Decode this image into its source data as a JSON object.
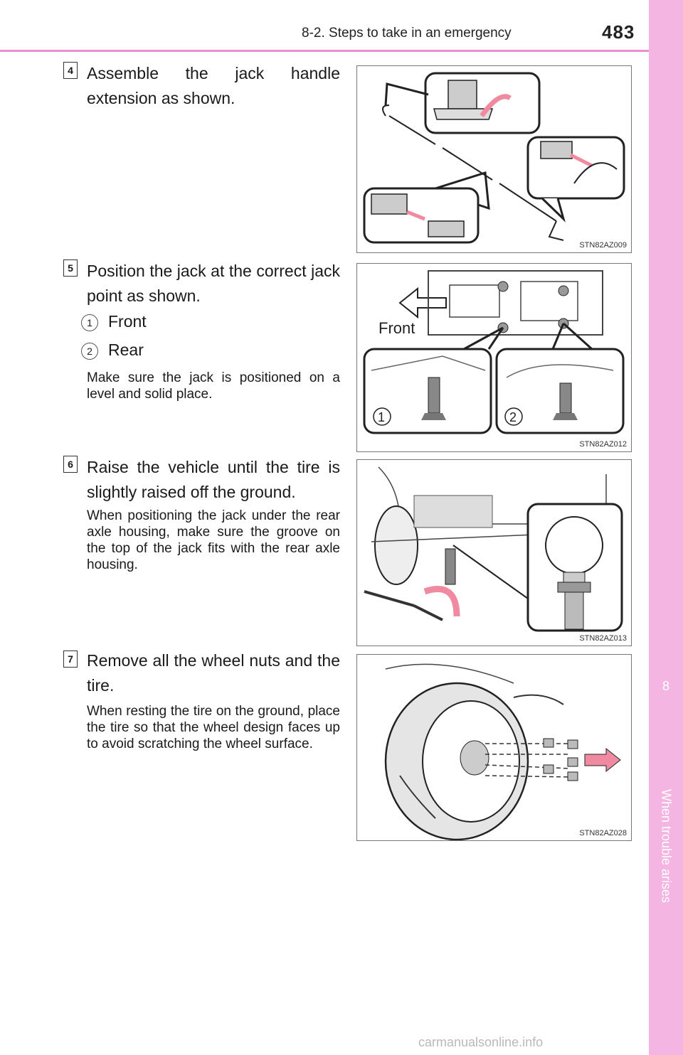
{
  "header": {
    "section_title": "8-2. Steps to take in an emergency",
    "page_number": "483"
  },
  "sidebar": {
    "chapter_number": "8",
    "chapter_title": "When trouble arises"
  },
  "steps": [
    {
      "number": "4",
      "text": "Assemble the jack handle extension as shown.",
      "figure_code": "STN82AZ009"
    },
    {
      "number": "5",
      "text": "Position the jack at the correct jack point as shown.",
      "items": [
        {
          "num": "1",
          "label": "Front"
        },
        {
          "num": "2",
          "label": "Rear"
        }
      ],
      "note": "Make sure the jack is positioned on a level and solid place.",
      "figure_label": "Front",
      "figure_callouts": [
        "1",
        "2"
      ],
      "figure_code": "STN82AZ012"
    },
    {
      "number": "6",
      "text": "Raise the vehicle until the tire is slightly raised off the ground.",
      "note": "When positioning the jack under the rear axle housing, make sure the groove on the top of the jack fits with the rear axle housing.",
      "figure_code": "STN82AZ013"
    },
    {
      "number": "7",
      "text": "Remove all the wheel nuts and the tire.",
      "note": "When resting the tire on the ground, place the tire so that the wheel design faces up to avoid scratching the wheel surface.",
      "figure_code": "STN82AZ028"
    }
  ],
  "watermark": "carmanualsonline.info",
  "colors": {
    "sidebar": "#f4b5e3",
    "header_rule": "#e98fd3",
    "arrow": "#f08aa0"
  }
}
